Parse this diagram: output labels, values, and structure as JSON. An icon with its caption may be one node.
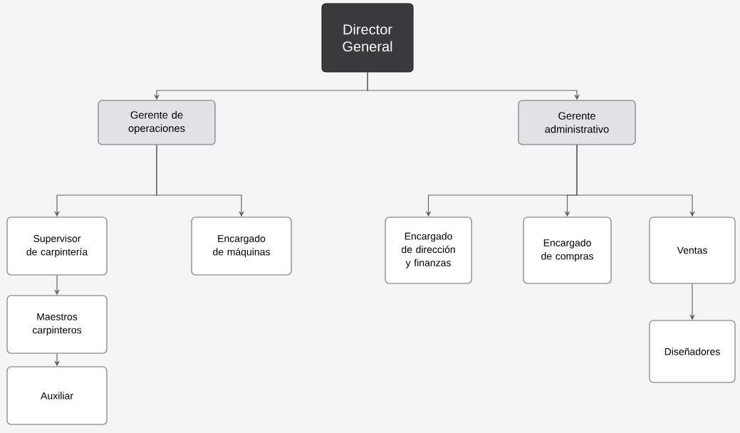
{
  "diagram": {
    "nodes": [
      {
        "text": [
          "Director General"
        ]
      },
      {
        "text": [
          "Gerente de operaciones"
        ]
      },
      {
        "text": [
          "Gerente administrativo"
        ]
      },
      {
        "text": [
          "Supervisor de carpintería"
        ]
      },
      {
        "text": [
          "Encargado de máquinas"
        ]
      },
      {
        "text": [
          "Encargado de dirección y finanzas"
        ]
      },
      {
        "text": [
          "Encargado de compras"
        ]
      },
      {
        "text": [
          "Ventas"
        ]
      },
      {
        "text": [
          "Maestros carpinteros"
        ]
      },
      {
        "text": [
          "Auxiliar"
        ]
      },
      {
        "text": [
          "Diseñadores"
        ]
      }
    ],
    "edges": [
      {
        "from": 0,
        "to": 1,
        "arrow": "to"
      },
      {
        "from": 0,
        "to": 2,
        "arrow": "to"
      },
      {
        "from": 1,
        "to": 3,
        "arrow": "to"
      },
      {
        "from": 1,
        "to": 4,
        "arrow": "to"
      },
      {
        "from": 2,
        "to": 5,
        "arrow": "to"
      },
      {
        "from": 2,
        "to": 6,
        "arrow": "to"
      },
      {
        "from": 2,
        "to": 7,
        "arrow": "to"
      },
      {
        "from": 3,
        "to": 8,
        "arrow": "to"
      },
      {
        "from": 8,
        "to": 9,
        "arrow": "to"
      },
      {
        "from": 7,
        "to": 10,
        "arrow": "to"
      }
    ]
  }
}
